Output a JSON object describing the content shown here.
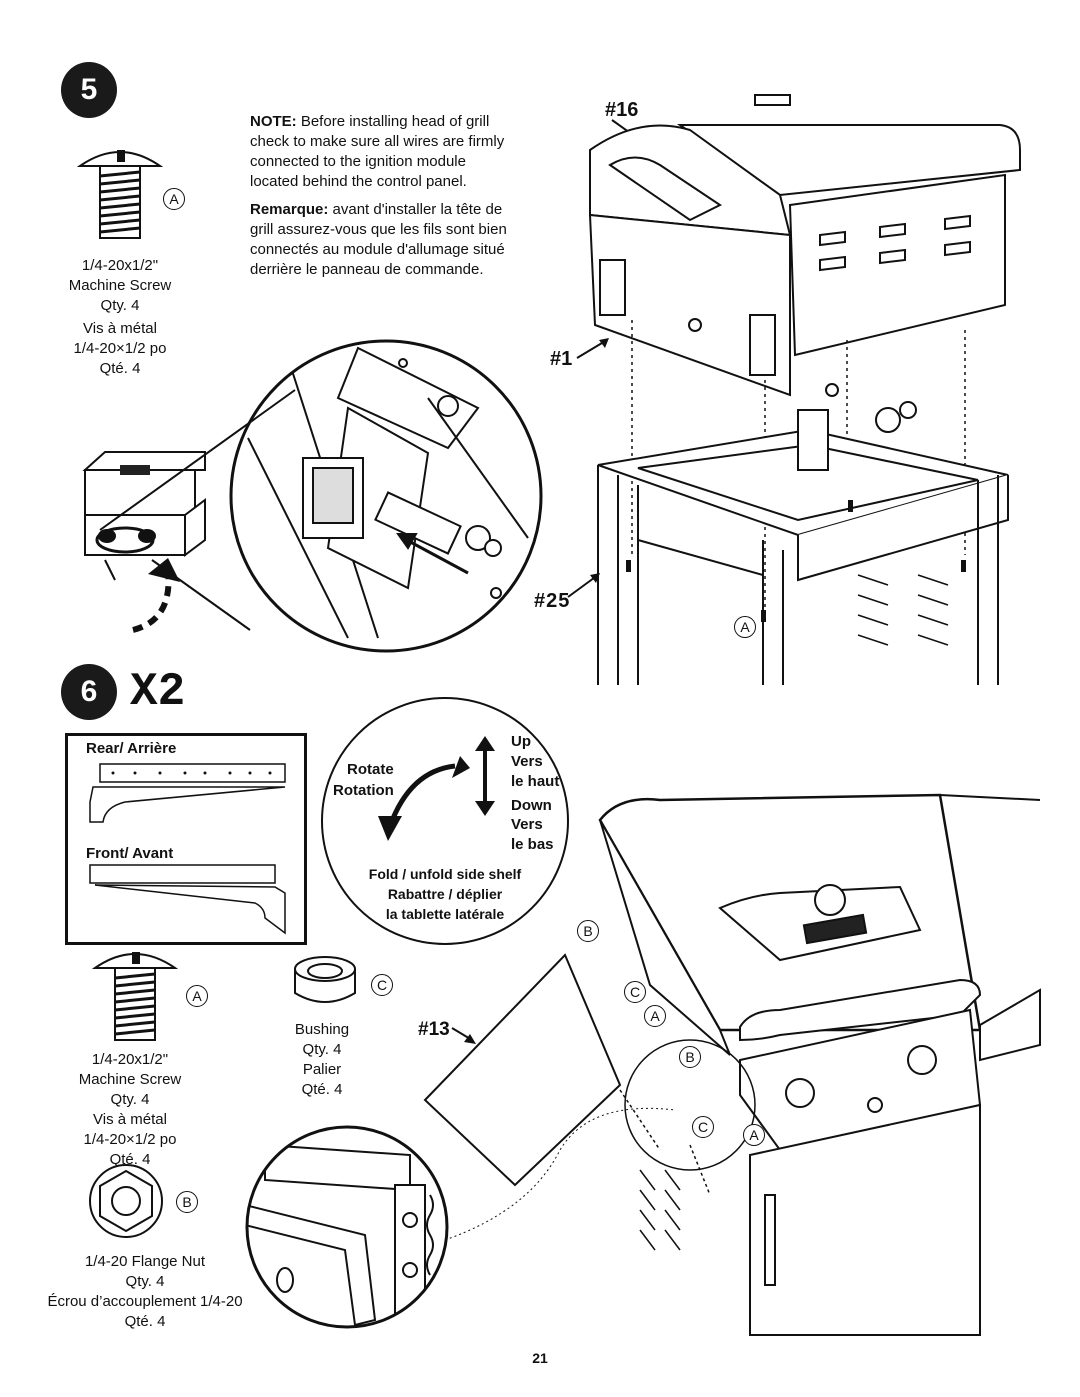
{
  "step5": {
    "number": "5",
    "part_a": {
      "letter": "A",
      "line1": "1/4-20x1/2\"",
      "line2": "Machine Screw",
      "line3": "Qty. 4",
      "line4": "Vis à métal",
      "line5": "1/4-20×1/2 po",
      "line6": "Qté. 4"
    },
    "note_en_bold": "NOTE:",
    "note_en": " Before installing head of grill check to make sure all wires are firmly connected to the ignition module located behind the control panel.",
    "note_fr_bold": "Remarque:",
    "note_fr": " avant d'installer la tête de grill assurez-vous que les fils sont bien connectés au module d'allumage situé derrière le panneau de commande.",
    "callout_16": "#16",
    "callout_1": "#1",
    "callout_25": "#25",
    "letter_a_diagram": "A"
  },
  "step6": {
    "number": "6",
    "multiplier": "X2",
    "rear_label": "Rear/ Arrière",
    "front_label": "Front/ Avant",
    "rotate_en": "Rotate",
    "rotate_fr": "Rotation",
    "up_en": "Up",
    "up_fr1": "Vers",
    "up_fr2": "le haut",
    "down_en": "Down",
    "down_fr1": "Vers",
    "down_fr2": "le bas",
    "fold_en": "Fold / unfold side shelf",
    "fold_fr1": "Rabattre / déplier",
    "fold_fr2": "la tablette latérale",
    "part_a": {
      "letter": "A",
      "line1": "1/4-20x1/2\"",
      "line2": "Machine Screw",
      "line3": "Qty. 4",
      "line4": "Vis à métal",
      "line5": "1/4-20×1/2 po",
      "line6": "Qté. 4"
    },
    "part_c": {
      "letter": "C",
      "line1": "Bushing",
      "line2": "Qty. 4",
      "line3": "Palier",
      "line4": "Qté. 4"
    },
    "part_b": {
      "letter": "B",
      "line1": "1/4-20 Flange Nut",
      "line2": "Qty. 4",
      "line3": "Écrou d’accouplement 1/4-20",
      "line4": "Qté. 4"
    },
    "callout_13": "#13",
    "diagram_letters": [
      "B",
      "C",
      "A",
      "B",
      "C",
      "A"
    ]
  },
  "page_number": "21"
}
